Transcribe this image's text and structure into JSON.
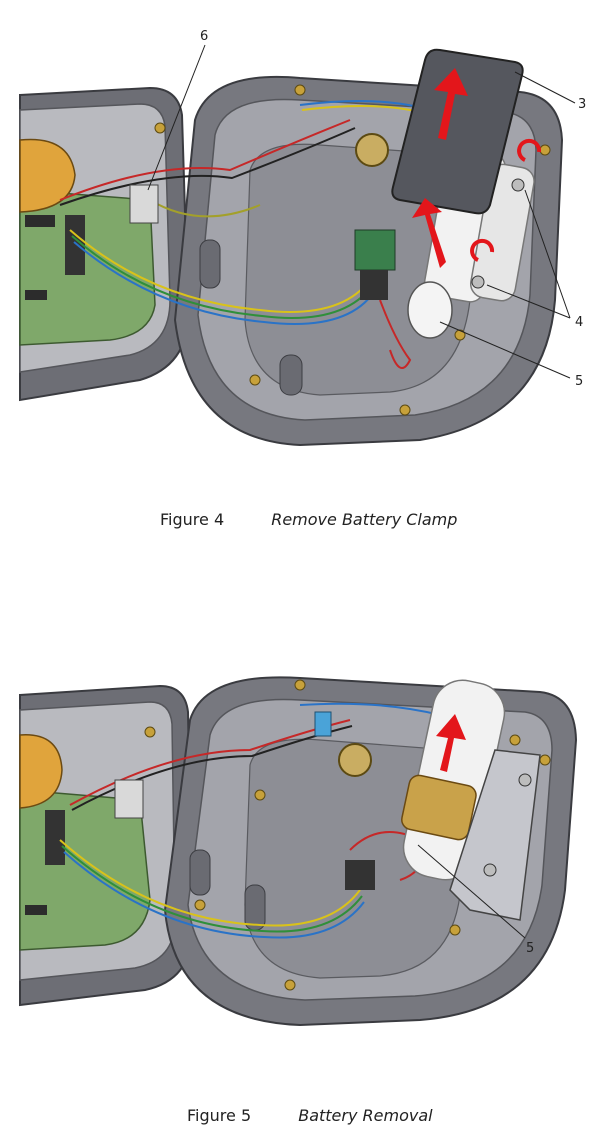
{
  "figure4": {
    "label": "Figure 4",
    "title": "Remove Battery Clamp",
    "callouts": [
      "6",
      "3",
      "4",
      "5"
    ]
  },
  "figure5": {
    "label": "Figure 5",
    "title": "Battery Removal",
    "callouts": [
      "5"
    ]
  },
  "colors": {
    "housing": "#6d6e75",
    "housing_inner": "#9b9ca3",
    "pcb": "#7fa86a",
    "arrow": "#e3161b",
    "battery": "#f2f2f2",
    "clamp": "#55575e"
  }
}
